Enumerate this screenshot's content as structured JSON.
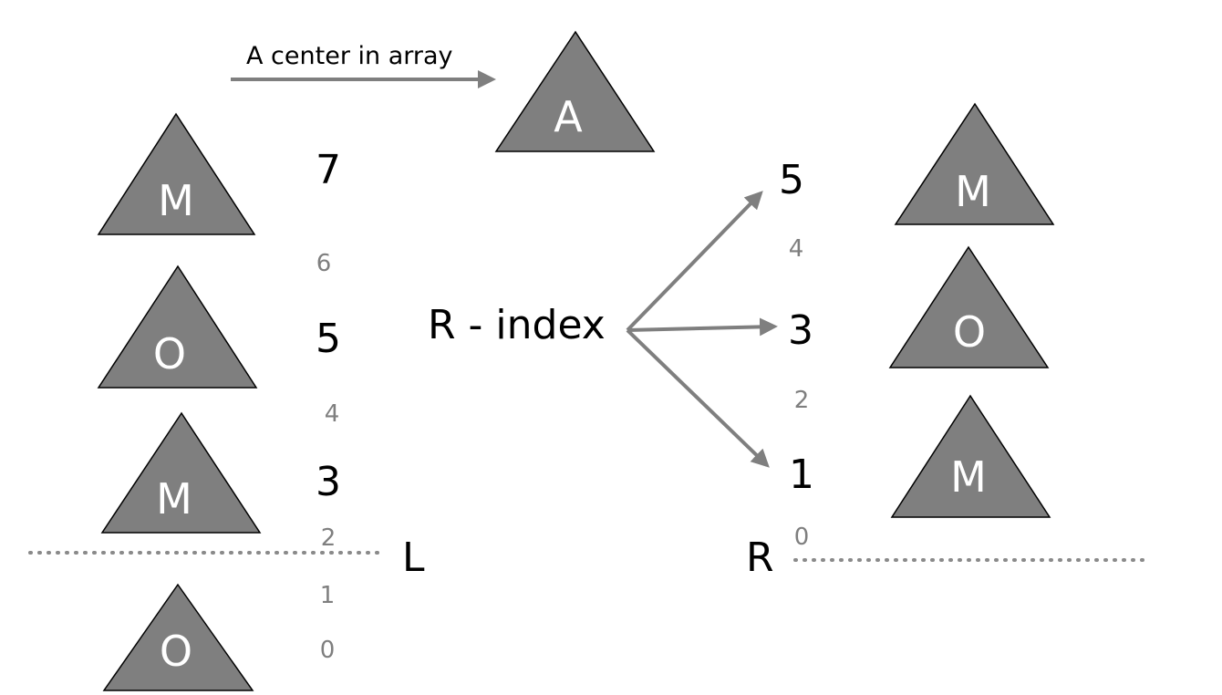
{
  "caption": "A center in array",
  "center_node": {
    "label": "A"
  },
  "center_label": "R - index",
  "left": {
    "triangles": [
      "M",
      "O",
      "M",
      "O"
    ],
    "big_indices": [
      "7",
      "5",
      "3"
    ],
    "small_indices": [
      "6",
      "4",
      "2",
      "1",
      "0"
    ],
    "marker": "L"
  },
  "right": {
    "triangles": [
      "M",
      "O",
      "M"
    ],
    "big_indices": [
      "5",
      "3",
      "1"
    ],
    "small_indices": [
      "4",
      "2",
      "0"
    ],
    "marker": "R"
  },
  "colors": {
    "triangle_fill": "#7f7f7f",
    "triangle_stroke": "#000000",
    "arrow": "#7f7f7f",
    "small_index": "#7f7f7f",
    "dotted_line": "#8a8a8a"
  }
}
